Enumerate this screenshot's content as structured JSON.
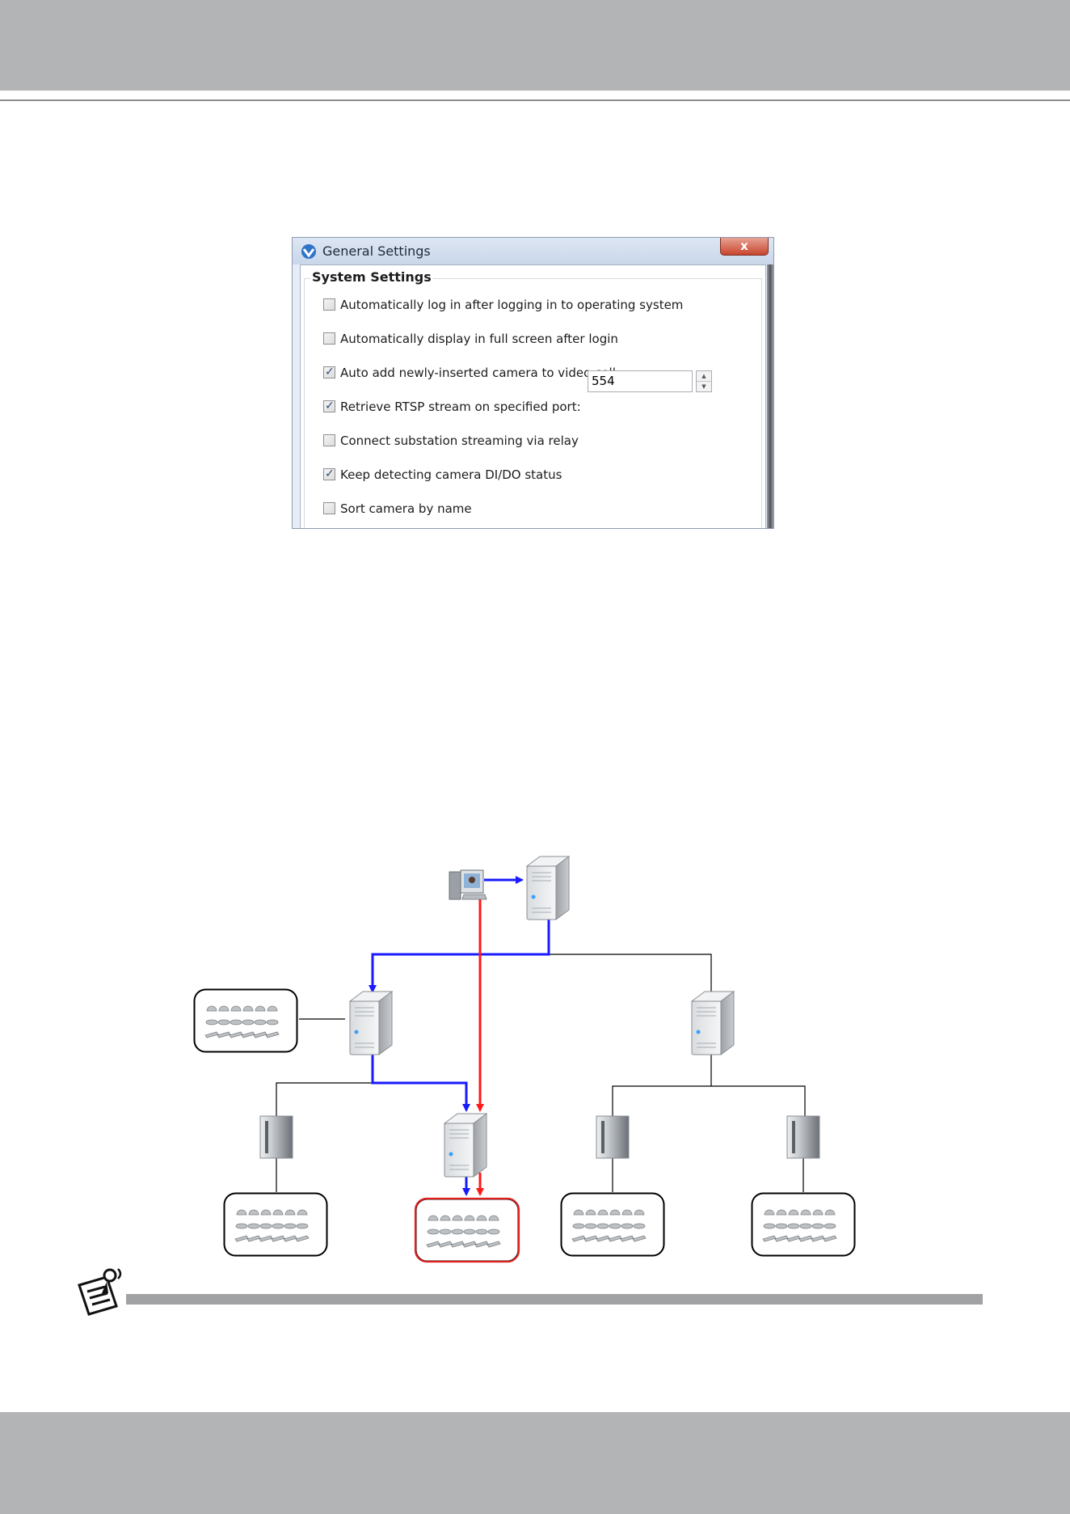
{
  "dialog": {
    "title": "General Settings",
    "close_label": "x",
    "group_title": "System Settings",
    "options": [
      {
        "label": "Automatically log in after logging in to operating system",
        "checked": false
      },
      {
        "label": "Automatically display in full screen after login",
        "checked": false
      },
      {
        "label": "Auto add newly-inserted camera to video cell",
        "checked": true
      },
      {
        "label": "Retrieve RTSP stream on specified port:",
        "checked": true
      },
      {
        "label": "Connect substation streaming via relay",
        "checked": false
      },
      {
        "label": "Keep detecting camera DI/DO status",
        "checked": true
      },
      {
        "label": "Sort camera by name",
        "checked": false
      }
    ],
    "rtsp_port": "554",
    "check_mark": "✓",
    "spin_up": "▲",
    "spin_down": "▼"
  },
  "diagram": {
    "colors": {
      "relay_path": "#1a1aff",
      "direct_path": "#ff1a1a",
      "tree_line": "#000000",
      "highlight_group": "#e02020"
    },
    "icons": [
      "client-workstation-icon",
      "server-icon",
      "recording-server-icon",
      "camera-group-icon",
      "note-icon"
    ]
  }
}
